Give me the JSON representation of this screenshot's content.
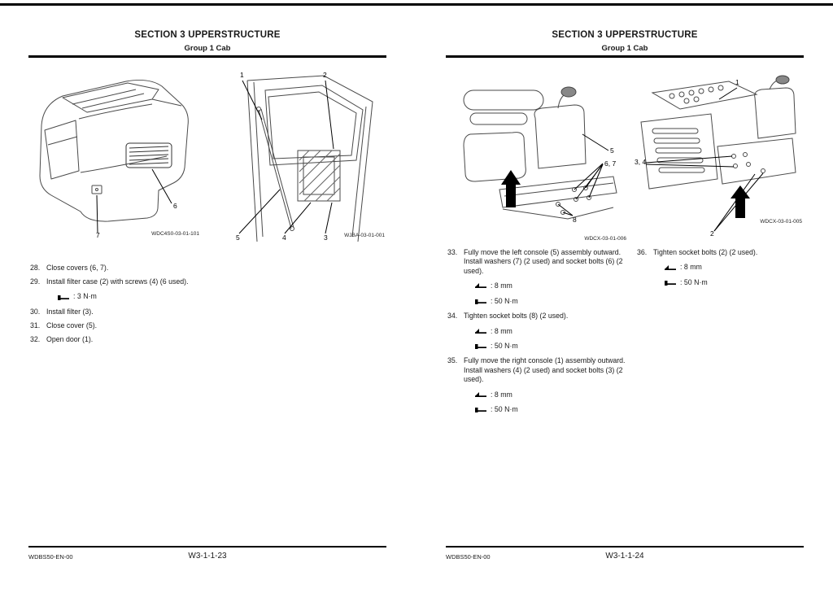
{
  "left": {
    "header": {
      "title": "SECTION 3 UPPERSTRUCTURE",
      "subtitle": "Group 1 Cab"
    },
    "fig1": {
      "code": "WDC4S0-03-01-101",
      "callouts": {
        "c6": "6",
        "c7": "7"
      }
    },
    "fig2": {
      "code": "WJBA-03-01-001",
      "callouts": {
        "c1": "1",
        "c2": "2",
        "c5": "5",
        "c4": "4",
        "c3": "3"
      }
    },
    "steps": [
      {
        "num": "28.",
        "text": "Close covers (6, 7)."
      },
      {
        "num": "29.",
        "text": "Install filter case (2) with screws (4) (6 used).",
        "specs": [
          {
            "icon": "torque-wrench-icon",
            "label": ": 3 N·m"
          }
        ]
      },
      {
        "num": "30.",
        "text": "Install filter (3)."
      },
      {
        "num": "31.",
        "text": "Close cover (5)."
      },
      {
        "num": "32.",
        "text": "Open door (1)."
      }
    ],
    "footer": {
      "doc": "WDBS50-EN-00",
      "page": "W3-1-1-23"
    }
  },
  "right": {
    "header": {
      "title": "SECTION 3 UPPERSTRUCTURE",
      "subtitle": "Group 1 Cab"
    },
    "fig1": {
      "code": "WDCX-03-01-006",
      "callouts": {
        "c5": "5",
        "c67": "6, 7",
        "c8": "8"
      }
    },
    "fig2": {
      "code": "WDCX-03-01-005",
      "callouts": {
        "c1": "1",
        "c34": "3, 4",
        "c2": "2"
      }
    },
    "steps_left": [
      {
        "num": "33.",
        "text": "Fully move the left console (5) assembly outward. Install washers (7) (2 used) and socket bolts (6) (2 used).",
        "specs": [
          {
            "icon": "hex-wrench-icon",
            "label": ": 8 mm"
          },
          {
            "icon": "torque-wrench-icon",
            "label": ": 50 N·m"
          }
        ]
      },
      {
        "num": "34.",
        "text": "Tighten socket bolts (8) (2 used).",
        "specs": [
          {
            "icon": "hex-wrench-icon",
            "label": ": 8 mm"
          },
          {
            "icon": "torque-wrench-icon",
            "label": ": 50 N·m"
          }
        ]
      },
      {
        "num": "35.",
        "text": "Fully move the right console (1) assembly outward. Install washers (4) (2 used) and socket bolts (3) (2 used).",
        "specs": [
          {
            "icon": "hex-wrench-icon",
            "label": ": 8 mm"
          },
          {
            "icon": "torque-wrench-icon",
            "label": ": 50 N·m"
          }
        ]
      }
    ],
    "steps_right": [
      {
        "num": "36.",
        "text": "Tighten socket bolts (2) (2 used).",
        "specs": [
          {
            "icon": "hex-wrench-icon",
            "label": ": 8 mm"
          },
          {
            "icon": "torque-wrench-icon",
            "label": ": 50 N·m"
          }
        ]
      }
    ],
    "footer": {
      "doc": "WDBS50-EN-00",
      "page": "W3-1-1-24"
    }
  }
}
